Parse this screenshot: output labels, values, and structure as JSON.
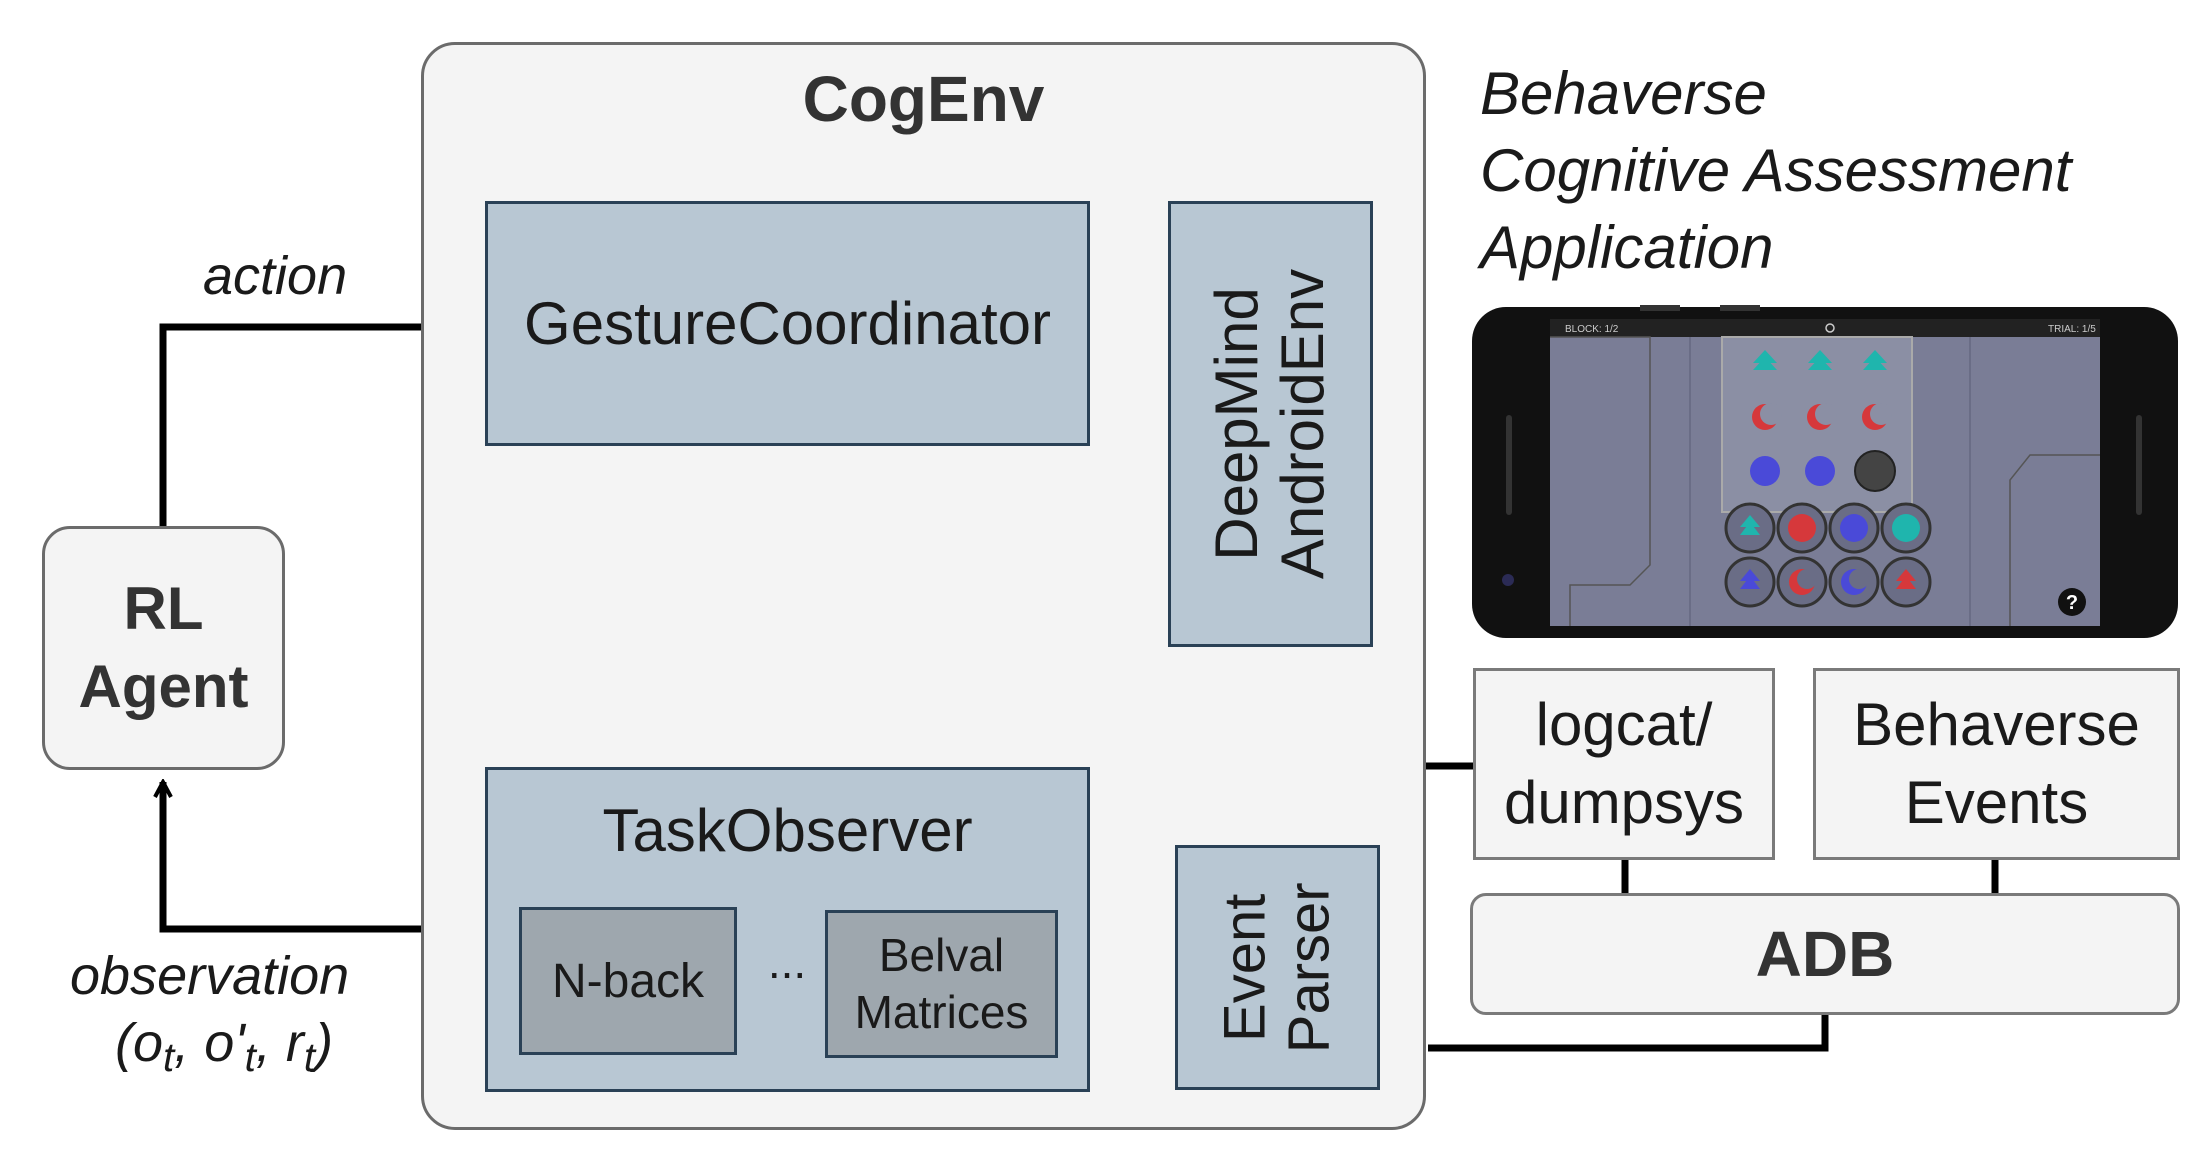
{
  "cogenv": {
    "title": "CogEnv"
  },
  "rl_agent": {
    "line1": "RL",
    "line2": "Agent"
  },
  "gesture_coordinator": {
    "label": "GestureCoordinator"
  },
  "deepmind": {
    "line1": "DeepMind",
    "line2": "AndroidEnv"
  },
  "task_observer": {
    "title": "TaskObserver",
    "nback": "N-back",
    "ellipsis": "...",
    "belval_line1": "Belval",
    "belval_line2": "Matrices"
  },
  "event_parser": {
    "line1": "Event",
    "line2": "Parser"
  },
  "logcat": {
    "line1": "logcat/",
    "line2": "dumpsys"
  },
  "behaverse_events": {
    "line1": "Behaverse",
    "line2": "Events"
  },
  "adb": {
    "label": "ADB"
  },
  "labels": {
    "action": "action",
    "observation": "observation",
    "obs_o": "(o",
    "obs_t1": "t",
    "obs_o2": ", o'",
    "obs_t2": "t",
    "obs_r": ", r",
    "obs_t3": "t",
    "obs_close": ")"
  },
  "app": {
    "line1": "Behaverse",
    "line2": "Cognitive Assessment",
    "line3": "Application"
  },
  "phone_screen": {
    "block_label": "BLOCK: 1/2",
    "trial_label": "TRIAL: 1/5",
    "help": "?"
  },
  "colors": {
    "box_blue": "#b8c7d3",
    "box_dark": "#9ea7ae",
    "border_navy": "#2a4156",
    "container_gray": "#f4f4f4",
    "teal": "#1fb5ad",
    "red": "#d6383b",
    "blue": "#4a4ad8"
  }
}
